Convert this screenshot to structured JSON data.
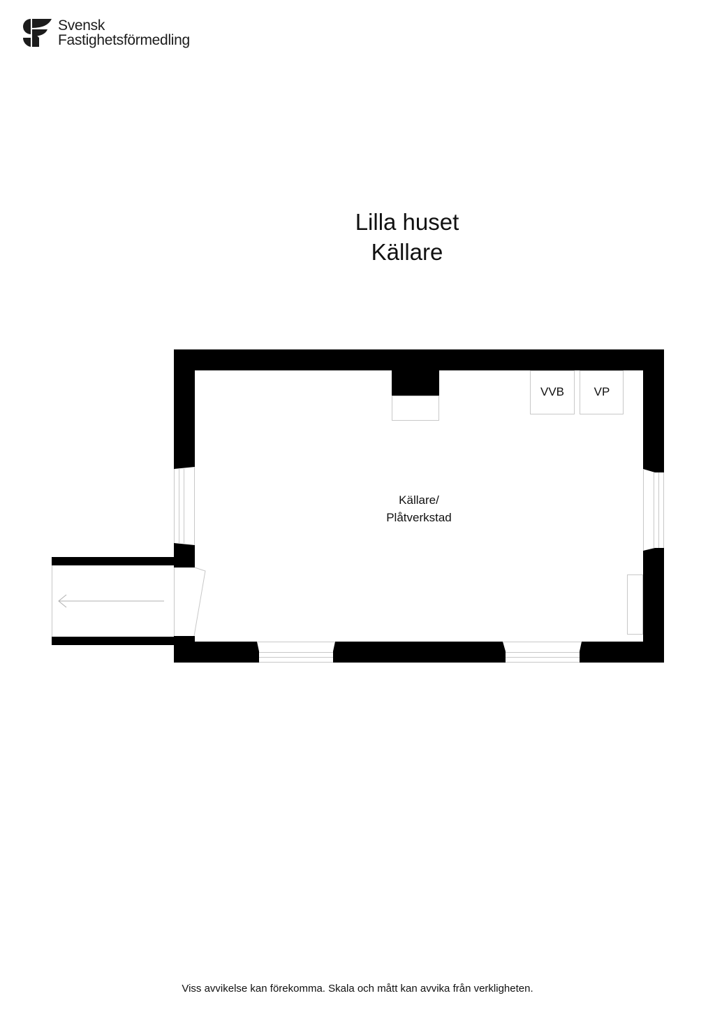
{
  "brand": {
    "name_line1": "Svensk",
    "name_line2": "Fastighetsförmedling",
    "logo_icon": "sf-leaf-logo-icon",
    "color": "#1c1c1c"
  },
  "title": {
    "line1": "Lilla huset",
    "line2": "Källare"
  },
  "floorplan": {
    "wall_color": "#000000",
    "fixture_line_color": "#c8c8c8",
    "rooms": [
      {
        "label_line1": "Källare/",
        "label_line2": "Plåtverkstad"
      }
    ],
    "fixtures": [
      {
        "label": "VVB"
      },
      {
        "label": "VP"
      }
    ],
    "entrance_arrow": "arrow-left-icon"
  },
  "footer": {
    "disclaimer": "Viss avvikelse kan förekomma. Skala och mått kan avvika från verkligheten."
  }
}
